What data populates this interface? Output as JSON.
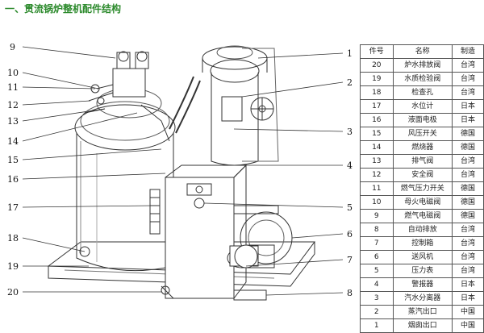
{
  "title": "一、贯流锅炉整机配件结构",
  "callouts_left": [
    "9",
    "10",
    "11",
    "12",
    "13",
    "14",
    "15",
    "16",
    "17",
    "18",
    "19",
    "20"
  ],
  "callouts_right": [
    "1",
    "2",
    "3",
    "4",
    "5",
    "6",
    "7",
    "8"
  ],
  "table": {
    "headers": [
      "件号",
      "名称",
      "制造"
    ],
    "rows": [
      [
        "20",
        "炉水排放阀",
        "台湾"
      ],
      [
        "19",
        "水质检验阀",
        "台湾"
      ],
      [
        "18",
        "检查孔",
        "台湾"
      ],
      [
        "17",
        "水位计",
        "日本"
      ],
      [
        "16",
        "液面电极",
        "日本"
      ],
      [
        "15",
        "风压开关",
        "德国"
      ],
      [
        "14",
        "燃烧器",
        "德国"
      ],
      [
        "13",
        "排气阀",
        "台湾"
      ],
      [
        "12",
        "安全阀",
        "台湾"
      ],
      [
        "11",
        "燃气压力开关",
        "德国"
      ],
      [
        "10",
        "母火电磁阀",
        "德国"
      ],
      [
        "9",
        "燃气电磁阀",
        "德国"
      ],
      [
        "8",
        "自动排放",
        "台湾"
      ],
      [
        "7",
        "控制箱",
        "台湾"
      ],
      [
        "6",
        "送风机",
        "台湾"
      ],
      [
        "5",
        "压力表",
        "台湾"
      ],
      [
        "4",
        "警报器",
        "日本"
      ],
      [
        "3",
        "汽水分离器",
        "日本"
      ],
      [
        "2",
        "蒸汽出口",
        "中国"
      ],
      [
        "1",
        "烟囱出口",
        "中国"
      ]
    ]
  },
  "colors": {
    "title": "#2e8b2e",
    "line": "#333333"
  }
}
